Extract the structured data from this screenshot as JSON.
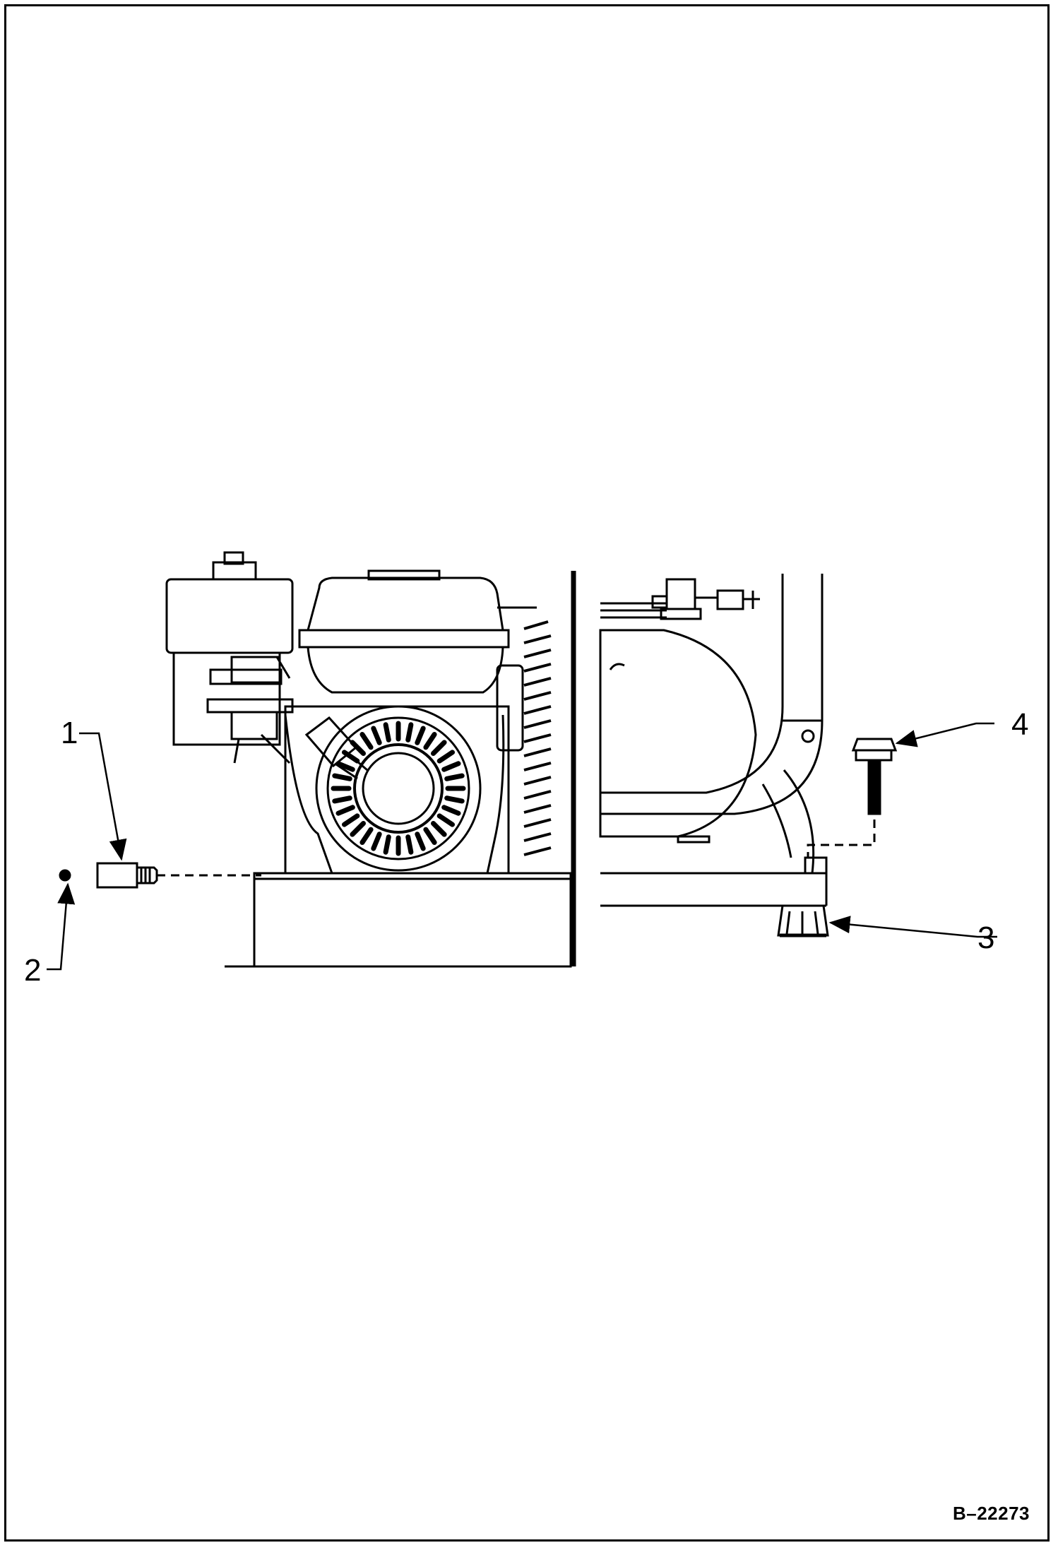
{
  "callouts": {
    "c1": "1",
    "c2": "2",
    "c3": "3",
    "c4": "4"
  },
  "figure_id": "B–22273",
  "colors": {
    "ink": "#000000",
    "paper": "#ffffff"
  }
}
